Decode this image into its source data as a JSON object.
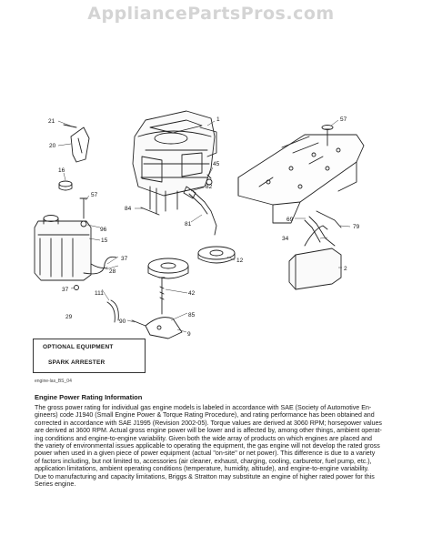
{
  "watermark": "AppliancePartsPros.com",
  "callouts": {
    "c1": "1",
    "c2": "2",
    "c9": "9",
    "c12": "12",
    "c15": "15",
    "c16": "16",
    "c20": "20",
    "c21": "21",
    "c28": "28",
    "c29": "29",
    "c34": "34",
    "c37a": "37",
    "c37b": "37",
    "c42": "42",
    "c45": "45",
    "c57a": "57",
    "c57b": "57",
    "c69": "69",
    "c79": "79",
    "c81": "81",
    "c82": "82",
    "c84": "84",
    "c85": "85",
    "c90": "90",
    "c96": "96",
    "c111": "111"
  },
  "optional_box": {
    "line1": "OPTIONAL EQUIPMENT",
    "line2": "SPARK ARRESTER"
  },
  "drawing_id": "engine-las_BS_04",
  "section": {
    "title": "Engine Power Rating Information",
    "lines": [
      "The gross power rating for individual gas engine models is labeled in accordance with SAE (Society of Automotive En-",
      "gineers) code J1940 (Small Engine Power & Torque Rating Procedure), and rating performance has been obtained and",
      "corrected in accordance with SAE J1995 (Revision 2002-05). Torque values are derived at 3060 RPM; horsepower values",
      "are derived at 3600 RPM. Actual gross engine power will be lower and is affected by, among other things, ambient operat-",
      "ing conditions and engine-to-engine variability. Given both the wide array of products on which engines are placed and",
      "the variety of environmental issues applicable to operating the equipment, the gas engine will not develop the rated gross",
      "power when used in a given piece of power equipment (actual \"on-site\" or net power). This difference is due to a variety",
      "of factors including, but not limited to, accessories (air cleaner, exhaust, charging, cooling, carburetor, fuel pump, etc.),",
      "application limitations, ambient operating conditions (temperature, humidity, altitude), and engine-to-engine variability.",
      "Due to manufacturing and capacity limitations, Briggs & Stratton may substitute an engine of higher rated power for this",
      "Series engine."
    ]
  }
}
